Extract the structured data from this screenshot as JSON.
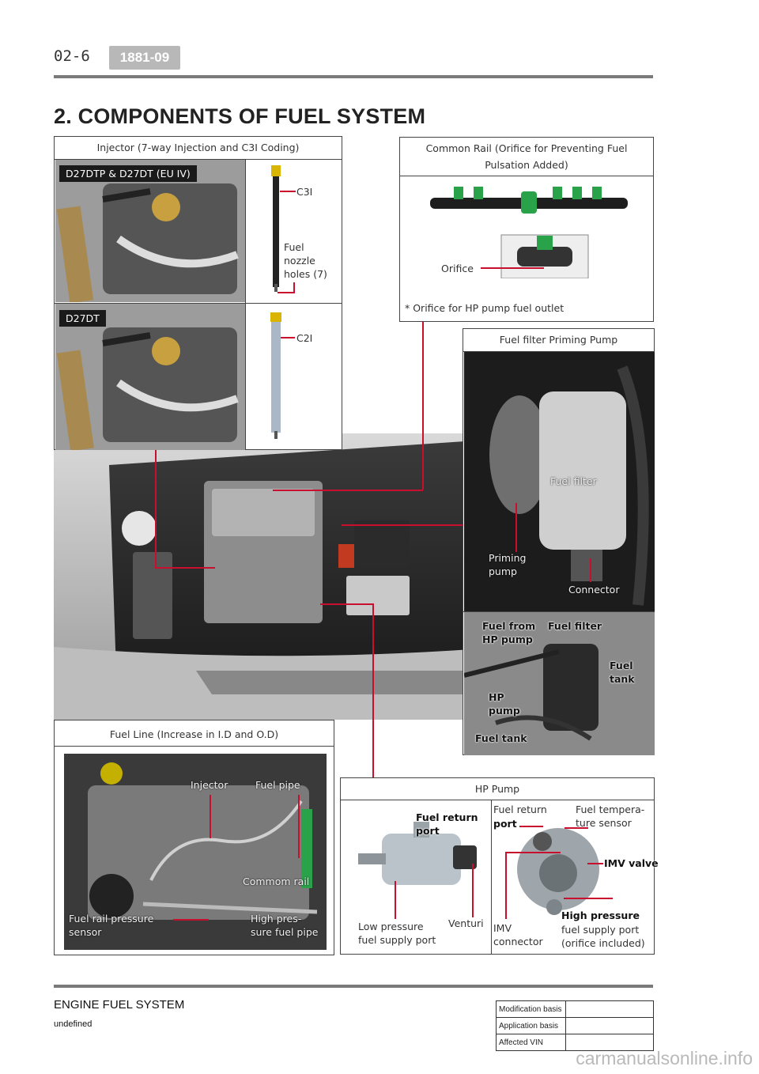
{
  "header": {
    "page_number": "02-6",
    "doc_code": "1881-09",
    "title": "2. COMPONENTS OF FUEL SYSTEM"
  },
  "injector_panel": {
    "title": "Injector (7-way Injection and C3I Coding)",
    "tag_top": "D27DTP & D27DT (EU IV)",
    "tag_bottom": "D27DT",
    "label_c3i": "C3I",
    "label_nozzle": [
      "Fuel",
      "nozzle",
      "holes (7)"
    ],
    "label_c2i": "C2I"
  },
  "common_rail_panel": {
    "title_line1": "Common Rail (Orifice for Preventing Fuel",
    "title_line2": "Pulsation Added)",
    "label_orifice": "Orifice",
    "note": "* Orifice for HP pump fuel outlet"
  },
  "fuel_filter_panel": {
    "title": "Fuel filter Priming Pump",
    "label_fuel_filter": "Fuel filter",
    "label_priming": [
      "Priming",
      "pump"
    ],
    "label_connector": "Connector",
    "label_fuel_from": [
      "Fuel from",
      "HP pump"
    ],
    "label_fuel_filter2": "Fuel filter",
    "label_fuel_tank_right": [
      "Fuel",
      "tank"
    ],
    "label_hp_pump": [
      "HP",
      "pump"
    ],
    "label_fuel_tank_bottom": "Fuel tank"
  },
  "fuel_line_panel": {
    "title": "Fuel Line (Increase in I.D and O.D)",
    "label_injector": "Injector",
    "label_fuel_pipe": "Fuel pipe",
    "label_common_rail": "Commom rail",
    "label_sensor": [
      "Fuel rail pressure",
      "sensor"
    ],
    "label_hp_pipe": [
      "High pres-",
      "sure fuel pipe"
    ]
  },
  "hp_pump_panel": {
    "title": "HP Pump",
    "label_return_left": [
      "Fuel return",
      "port"
    ],
    "label_low_pressure": [
      "Low pressure",
      "fuel supply port"
    ],
    "label_venturi": "Venturi",
    "label_return_right": [
      "Fuel return",
      "port"
    ],
    "label_temp_sensor": [
      "Fuel tempera-",
      "ture sensor"
    ],
    "label_imv_valve": "IMV valve",
    "label_imv_connector": [
      "IMV",
      "connector"
    ],
    "label_high_pressure": [
      "High pressure",
      "fuel supply port",
      "(orifice included)"
    ]
  },
  "footer": {
    "title": "ENGINE FUEL SYSTEM",
    "subtitle": "undefined",
    "table": [
      {
        "key": "Modification basis",
        "value": ""
      },
      {
        "key": "Application basis",
        "value": ""
      },
      {
        "key": "Affected VIN",
        "value": ""
      }
    ],
    "watermark": "carmanualsonline.info"
  }
}
